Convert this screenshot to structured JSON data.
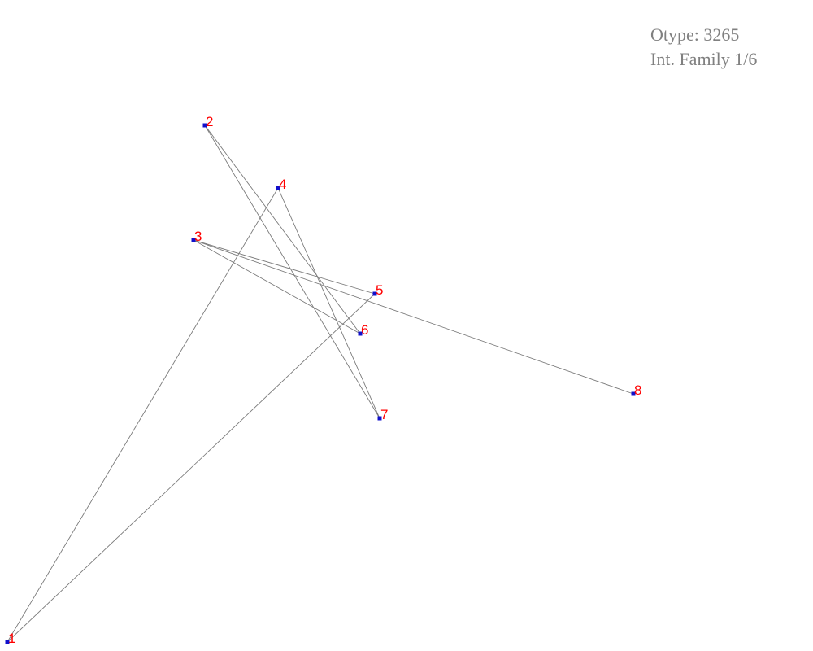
{
  "info": {
    "otype": "Otype: 3265",
    "family": "Int. Family 1/6"
  },
  "colors": {
    "background": "#ffffff",
    "edge": "#7a7a7a",
    "point": "#1010cc",
    "label": "#ff0000",
    "info_text": "#808080"
  },
  "points": [
    {
      "label": "1"
    },
    {
      "label": "2"
    },
    {
      "label": "3"
    },
    {
      "label": "4"
    },
    {
      "label": "5"
    },
    {
      "label": "6"
    },
    {
      "label": "7"
    },
    {
      "label": "8"
    }
  ],
  "edges": [
    [
      "1",
      "4"
    ],
    [
      "1",
      "5"
    ],
    [
      "2",
      "6"
    ],
    [
      "2",
      "7"
    ],
    [
      "3",
      "5"
    ],
    [
      "3",
      "6"
    ],
    [
      "3",
      "8"
    ],
    [
      "4",
      "7"
    ]
  ]
}
